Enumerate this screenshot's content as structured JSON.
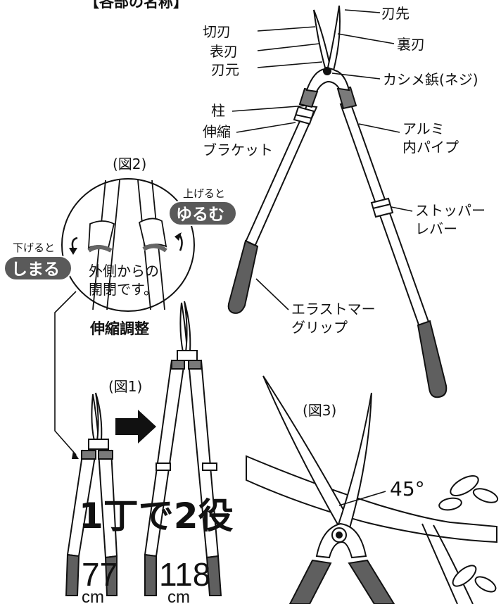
{
  "title": "【各部の名称】",
  "labels": {
    "hasaki": "刃先",
    "kiriba": "切刃",
    "omoteba": "表刃",
    "uraba": "裏刃",
    "hamoto": "刃元",
    "kashime": "カシメ鋲(ネジ)",
    "hashira": "柱",
    "bracket": "伸縮\nブラケット",
    "alumi": "アルミ\n内パイプ",
    "stopper": "ストッパー\nレバー",
    "grip": "エラストマー\nグリップ"
  },
  "fig2": {
    "title": "(図2)",
    "lower_note": "下げると",
    "lower_action": "しまる",
    "raise_note": "上げると",
    "raise_action": "ゆるむ",
    "caption": "外側からの\n開閉です。",
    "heading": "伸縮調整"
  },
  "fig1": {
    "title": "(図1)",
    "slogan": "1丁で2役",
    "short_value": "77",
    "short_unit": "cm",
    "long_value": "118",
    "long_unit": "cm"
  },
  "fig3": {
    "title": "(図3)",
    "angle": "45°"
  },
  "colors": {
    "grip": "#5f5f5f",
    "band": "#7a7a7a",
    "ink": "#111111",
    "pill": "#5a5a5a"
  }
}
